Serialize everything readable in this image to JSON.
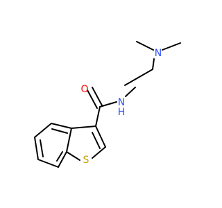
{
  "molecule": {
    "atoms": {
      "O": {
        "label": "O",
        "color": "#FF0D0D"
      },
      "N_amide": {
        "label": "N",
        "color": "#3050F8"
      },
      "H_amide": {
        "label": "H",
        "color": "#3050F8"
      },
      "N_amine": {
        "label": "N",
        "color": "#3050F8"
      },
      "S": {
        "label": "S",
        "color": "#C8A000"
      }
    },
    "bond_color": "#000000"
  }
}
